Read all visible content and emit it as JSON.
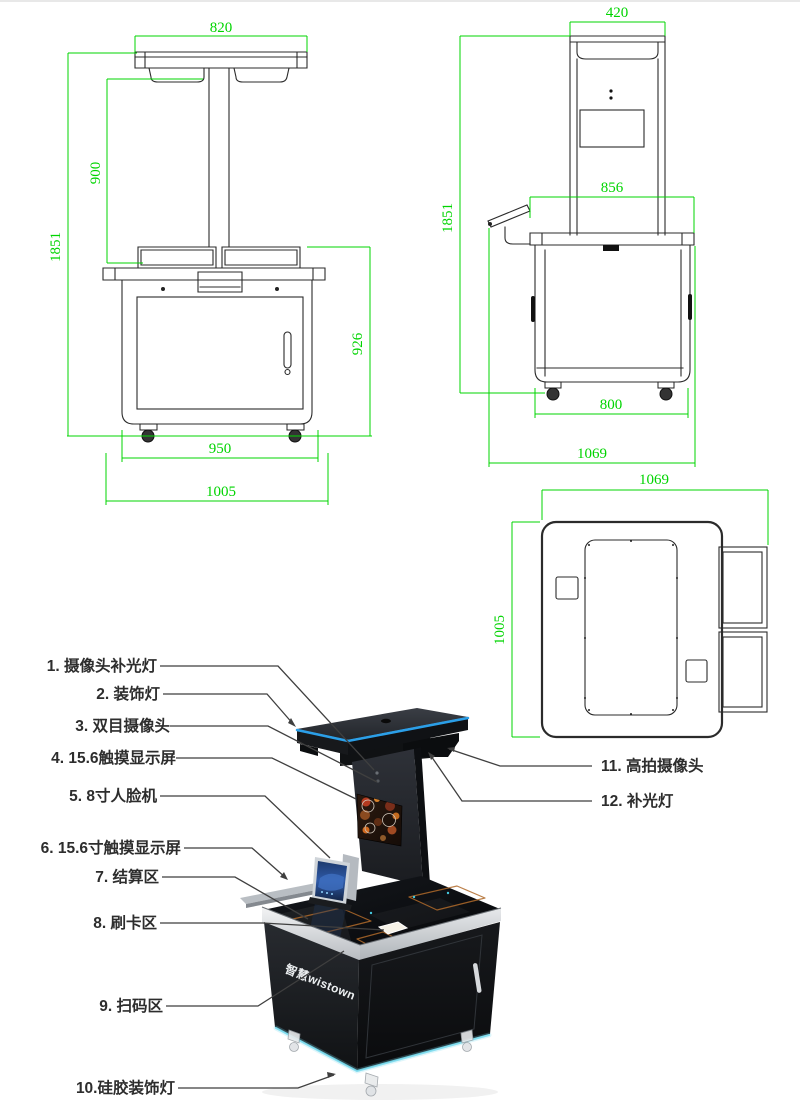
{
  "colors": {
    "dimension_green": "#00d400",
    "accent_blue": "#2b9fe8",
    "glow_cyan": "#7adcee",
    "zone_orange": "#b06a2a",
    "drawing_line": "#2b2b2b"
  },
  "dims": {
    "f_top_width": "820",
    "f_pole_height": "900",
    "f_total_height": "1851",
    "f_cab_height": "926",
    "f_cab_width": "950",
    "f_base_width": "1005",
    "s_top_depth": "420",
    "s_total_height": "1851",
    "s_table_depth": "856",
    "s_wheel_span": "800",
    "s_total_depth": "1069",
    "t_width": "1069",
    "t_depth": "1005"
  },
  "callouts": {
    "left": [
      "1. 摄像头补光灯",
      "2. 装饰灯",
      "3. 双目摄像头",
      "4. 15.6触摸显示屏",
      "5. 8寸人脸机",
      "6. 15.6寸触摸显示屏",
      "7. 结算区",
      "8. 刷卡区",
      "9. 扫码区",
      "10.硅胶装饰灯"
    ],
    "right": [
      "11. 高拍摄像头",
      "12. 补光灯"
    ]
  },
  "product": {
    "brand_logo": "智慧wistown"
  }
}
